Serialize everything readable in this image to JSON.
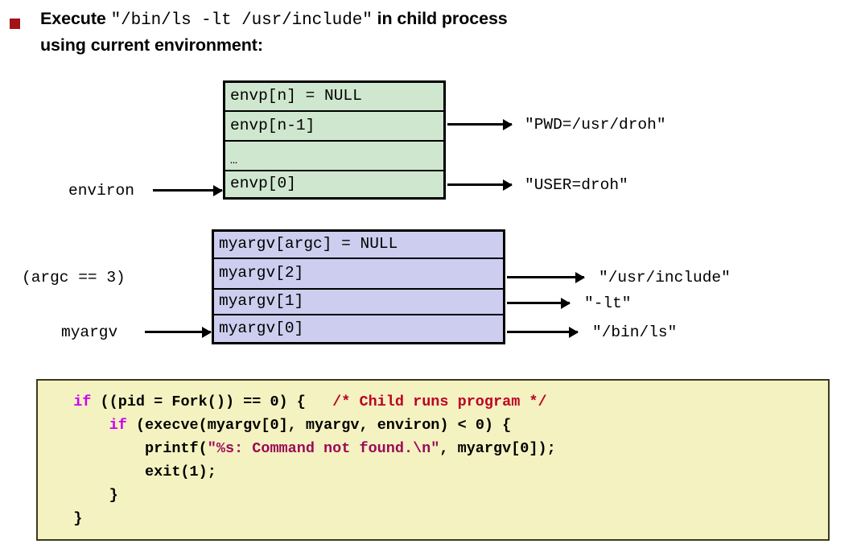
{
  "slide": {
    "bullet": {
      "marker": "square-bullet",
      "marker_color": "#a21216",
      "line1_prefix": "Execute ",
      "line1_command": "\"/bin/ls -lt /usr/include\"",
      "line1_suffix": " in child process",
      "line2": "using current environment:"
    }
  },
  "envp_diagram": {
    "pointer_label": "environ",
    "fill_color": "#cfe7cf",
    "cells": [
      {
        "text": "envp[n] = NULL",
        "has_arrow": false,
        "target": ""
      },
      {
        "text": "envp[n-1]",
        "has_arrow": true,
        "target": "\"PWD=/usr/droh\""
      },
      {
        "text": "…",
        "has_arrow": false,
        "target": ""
      },
      {
        "text": "envp[0]",
        "has_arrow": true,
        "target": "\"USER=droh\""
      }
    ]
  },
  "myargv_diagram": {
    "pointer_label": "myargv",
    "argc_label": "(argc == 3)",
    "fill_color": "#cdcdef",
    "cells": [
      {
        "text": "myargv[argc] = NULL",
        "has_arrow": false,
        "target": ""
      },
      {
        "text": "myargv[2]",
        "has_arrow": true,
        "target": "\"/usr/include\""
      },
      {
        "text": "myargv[1]",
        "has_arrow": true,
        "target": "\"-lt\""
      },
      {
        "text": "myargv[0]",
        "has_arrow": true,
        "target": "\"/bin/ls\""
      }
    ]
  },
  "code_block": {
    "background_color": "#f4f2c0",
    "keyword_color": "#cc00f5",
    "comment_color": "#bd0026",
    "string_color": "#9b0a5a",
    "lines": [
      "  if ((pid = Fork()) == 0) {   /* Child runs program */",
      "      if (execve(myargv[0], myargv, environ) < 0) {",
      "          printf(\"%s: Command not found.\\n\", myargv[0]);",
      "          exit(1);",
      "      }",
      "  }"
    ]
  }
}
